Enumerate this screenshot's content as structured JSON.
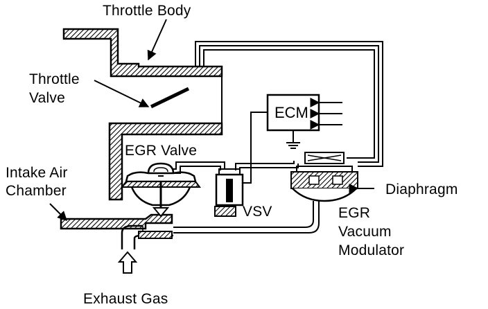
{
  "labels": {
    "throttle_body": "Throttle Body",
    "throttle_valve_line1": "Throttle",
    "throttle_valve_line2": "Valve",
    "egr_valve": "EGR Valve",
    "intake_air_line1": "Intake Air",
    "intake_air_line2": "Chamber",
    "ecm": "ECM",
    "vsv": "VSV",
    "diaphragm": "Diaphragm",
    "egr_vm_line1": "EGR",
    "egr_vm_line2": "Vacuum",
    "egr_vm_line3": "Modulator",
    "exhaust_gas": "Exhaust Gas"
  }
}
